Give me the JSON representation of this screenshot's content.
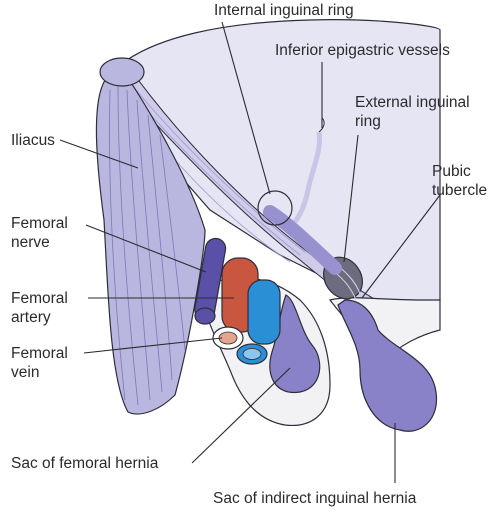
{
  "colors": {
    "muscle": "#b9b6e0",
    "muscle_dark": "#9c98cf",
    "wall": "#e6e5f4",
    "nerve": "#5a50a8",
    "artery": "#c9563e",
    "vein": "#2b8fd6",
    "hernia_sac": "#8a82c8",
    "pubic": "#f2f2f4",
    "outline": "#2e2e3a"
  },
  "labels": {
    "internal_ring": "Internal inguinal ring",
    "inferior_epigastric": "Inferior epigastric vessels",
    "external_ring_1": "External inguinal",
    "external_ring_2": "ring",
    "iliacus": "Iliacus",
    "pubic_1": "Pubic",
    "pubic_2": "tubercle",
    "fem_nerve_1": "Femoral",
    "fem_nerve_2": "nerve",
    "fem_artery_1": "Femoral",
    "fem_artery_2": "artery",
    "fem_vein_1": "Femoral",
    "fem_vein_2": "vein",
    "fem_hernia": "Sac of femoral hernia",
    "indirect_hernia": "Sac of indirect inguinal hernia"
  }
}
